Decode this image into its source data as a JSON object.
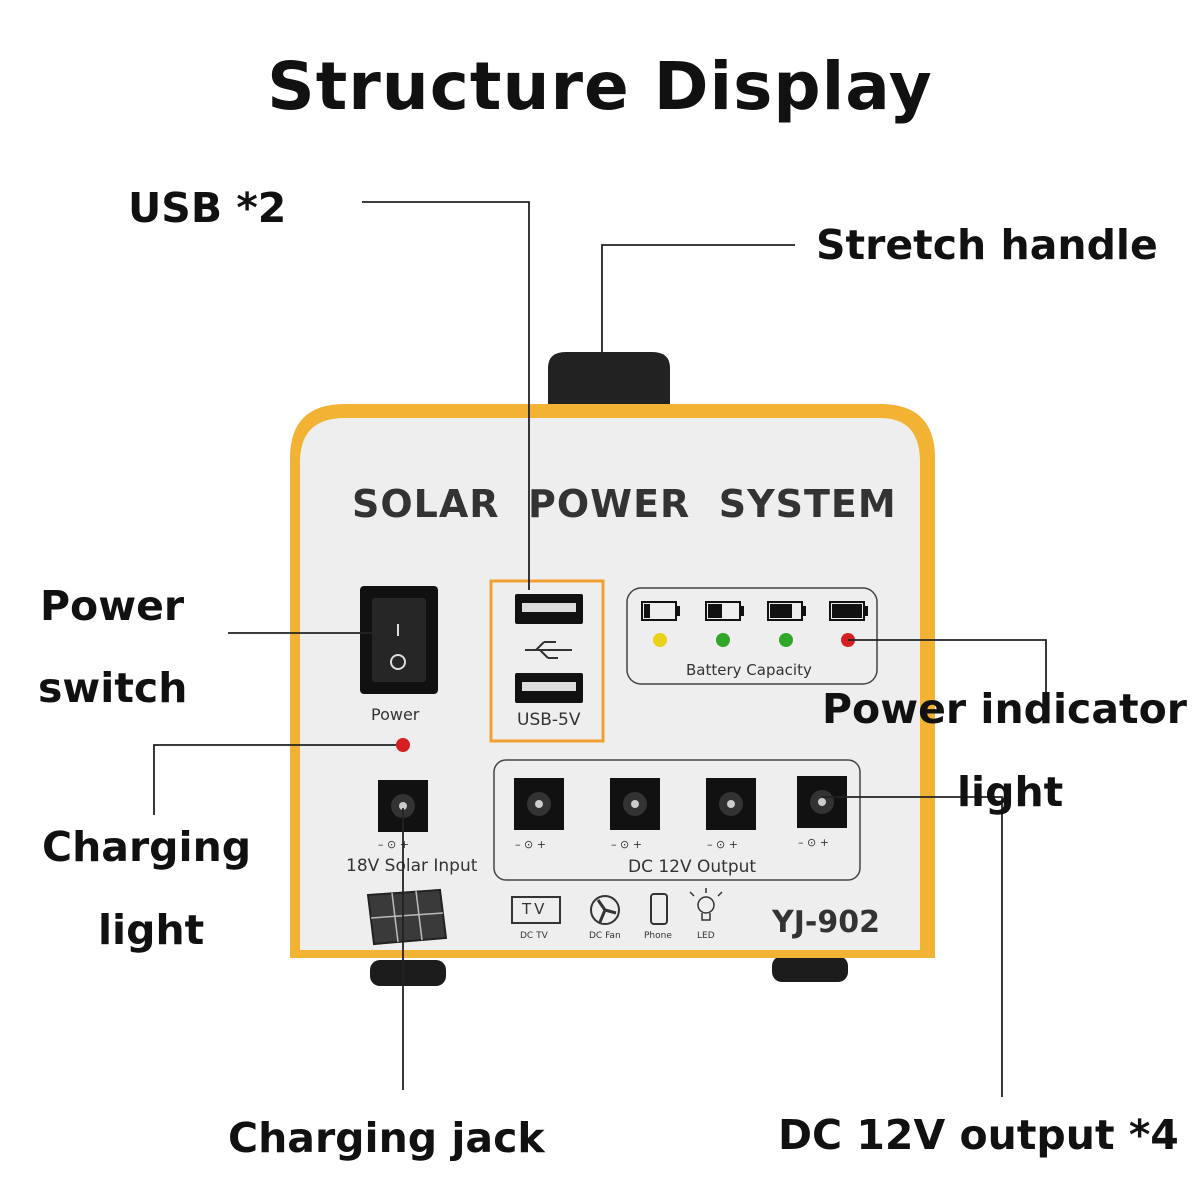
{
  "title": "Structure Display",
  "callouts": {
    "usb": "USB *2",
    "stretch_handle": "Stretch handle",
    "power_switch_line1": "Power",
    "power_switch_line2": "switch",
    "power_indicator_line1": "Power indicator",
    "power_indicator_line2": "light",
    "charging_light_line1": "Charging",
    "charging_light_line2": "light",
    "charging_jack": "Charging jack",
    "dc_output": "DC 12V output *4"
  },
  "device": {
    "brand": "SOLAR  POWER  SYSTEM",
    "power_label": "Power",
    "usb_label": "USB-5V",
    "battery_label": "Battery Capacity",
    "solar_input_label": "18V Solar Input",
    "dc_output_label": "DC 12V Output",
    "model": "YJ-902",
    "tv_glyph": "TV",
    "appliances": [
      "DC TV",
      "DC Fan",
      "Phone",
      "LED"
    ],
    "polarity": "– ⊙ +"
  },
  "colors": {
    "frame": "#f2b233",
    "panel": "#eeeeee",
    "led_yellow": "#e8d21a",
    "led_green": "#2fa82a",
    "led_red": "#d42020",
    "usb_box": "#f0a030"
  }
}
